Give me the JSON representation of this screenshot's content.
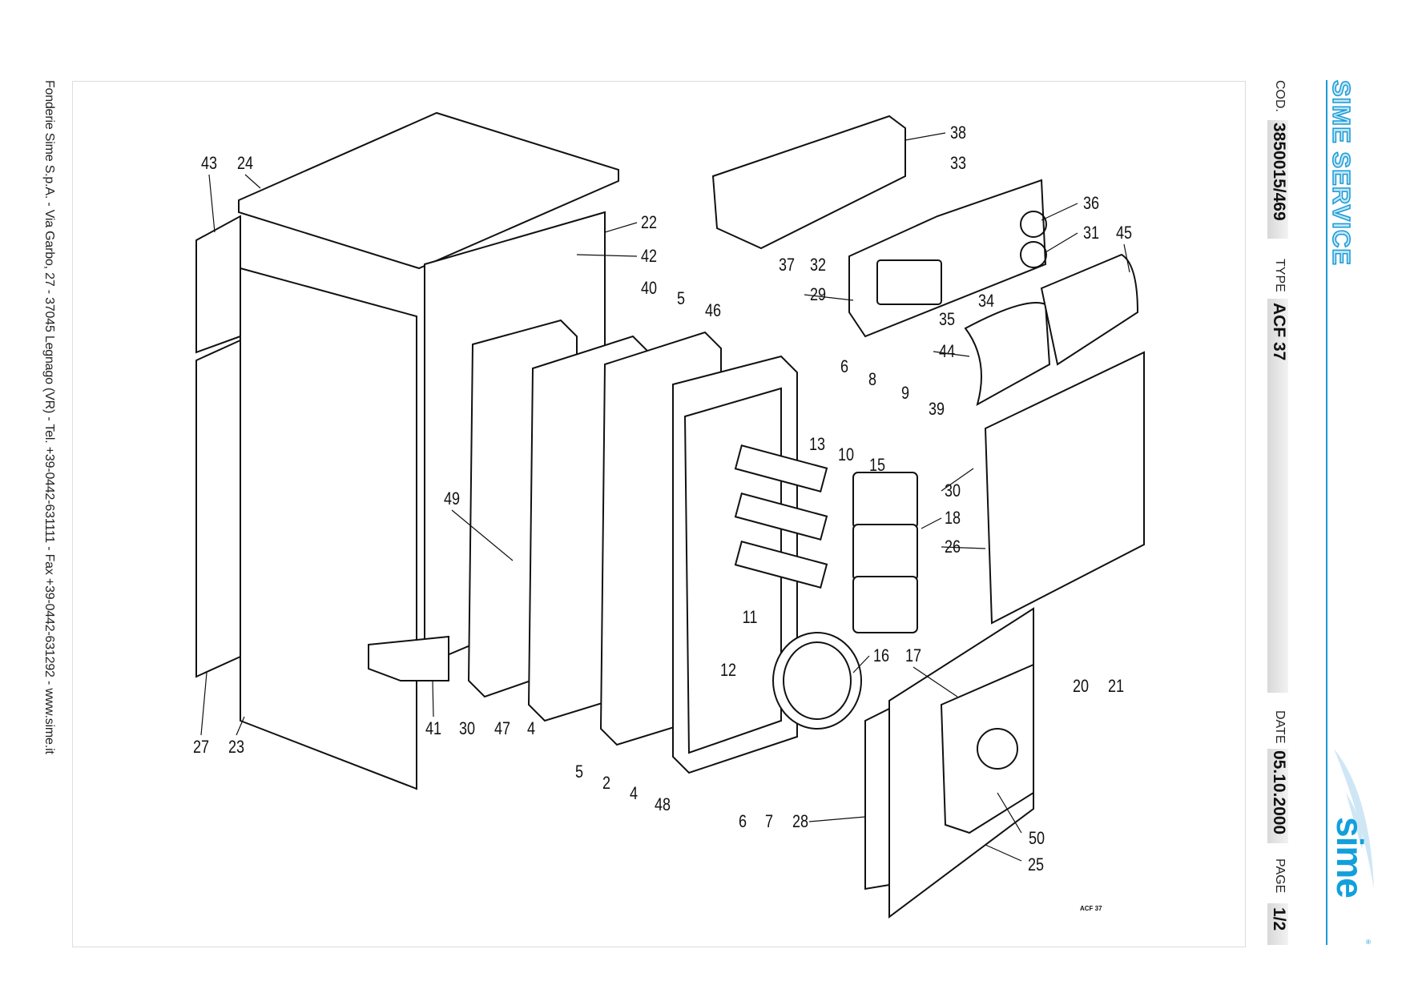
{
  "footer": {
    "company_line": "Fonderie Sime S.p.A. - Via Garbo, 27 - 37045 Legnago (VR) - Tel. +39-0442-631111 - Fax +39-0442-631292 - www.sime.it"
  },
  "header": {
    "brand_title": "SIME SERVICE",
    "logo_text": "sime",
    "cod_label": "COD.",
    "cod_value": "3850015/469",
    "type_label": "TYPE",
    "type_value": "ACF 37",
    "date_label": "DATE",
    "date_value": "05.10.2000",
    "page_label": "PAGE",
    "page_value": "1/2"
  },
  "diagram": {
    "model_ref": "ACF 37",
    "callouts": [
      "43",
      "24",
      "22",
      "42",
      "40",
      "5",
      "46",
      "38",
      "33",
      "36",
      "31",
      "45",
      "37",
      "32",
      "29",
      "34",
      "35",
      "44",
      "6",
      "8",
      "9",
      "39",
      "13",
      "10",
      "15",
      "30",
      "18",
      "26",
      "49",
      "11",
      "12",
      "16",
      "17",
      "20",
      "21",
      "41",
      "30",
      "47",
      "4",
      "27",
      "23",
      "5",
      "2",
      "4",
      "48",
      "6",
      "7",
      "28",
      "50",
      "25"
    ]
  },
  "colors": {
    "brand_blue": "#1a9ad6",
    "brand_light": "#bfe6f7"
  }
}
